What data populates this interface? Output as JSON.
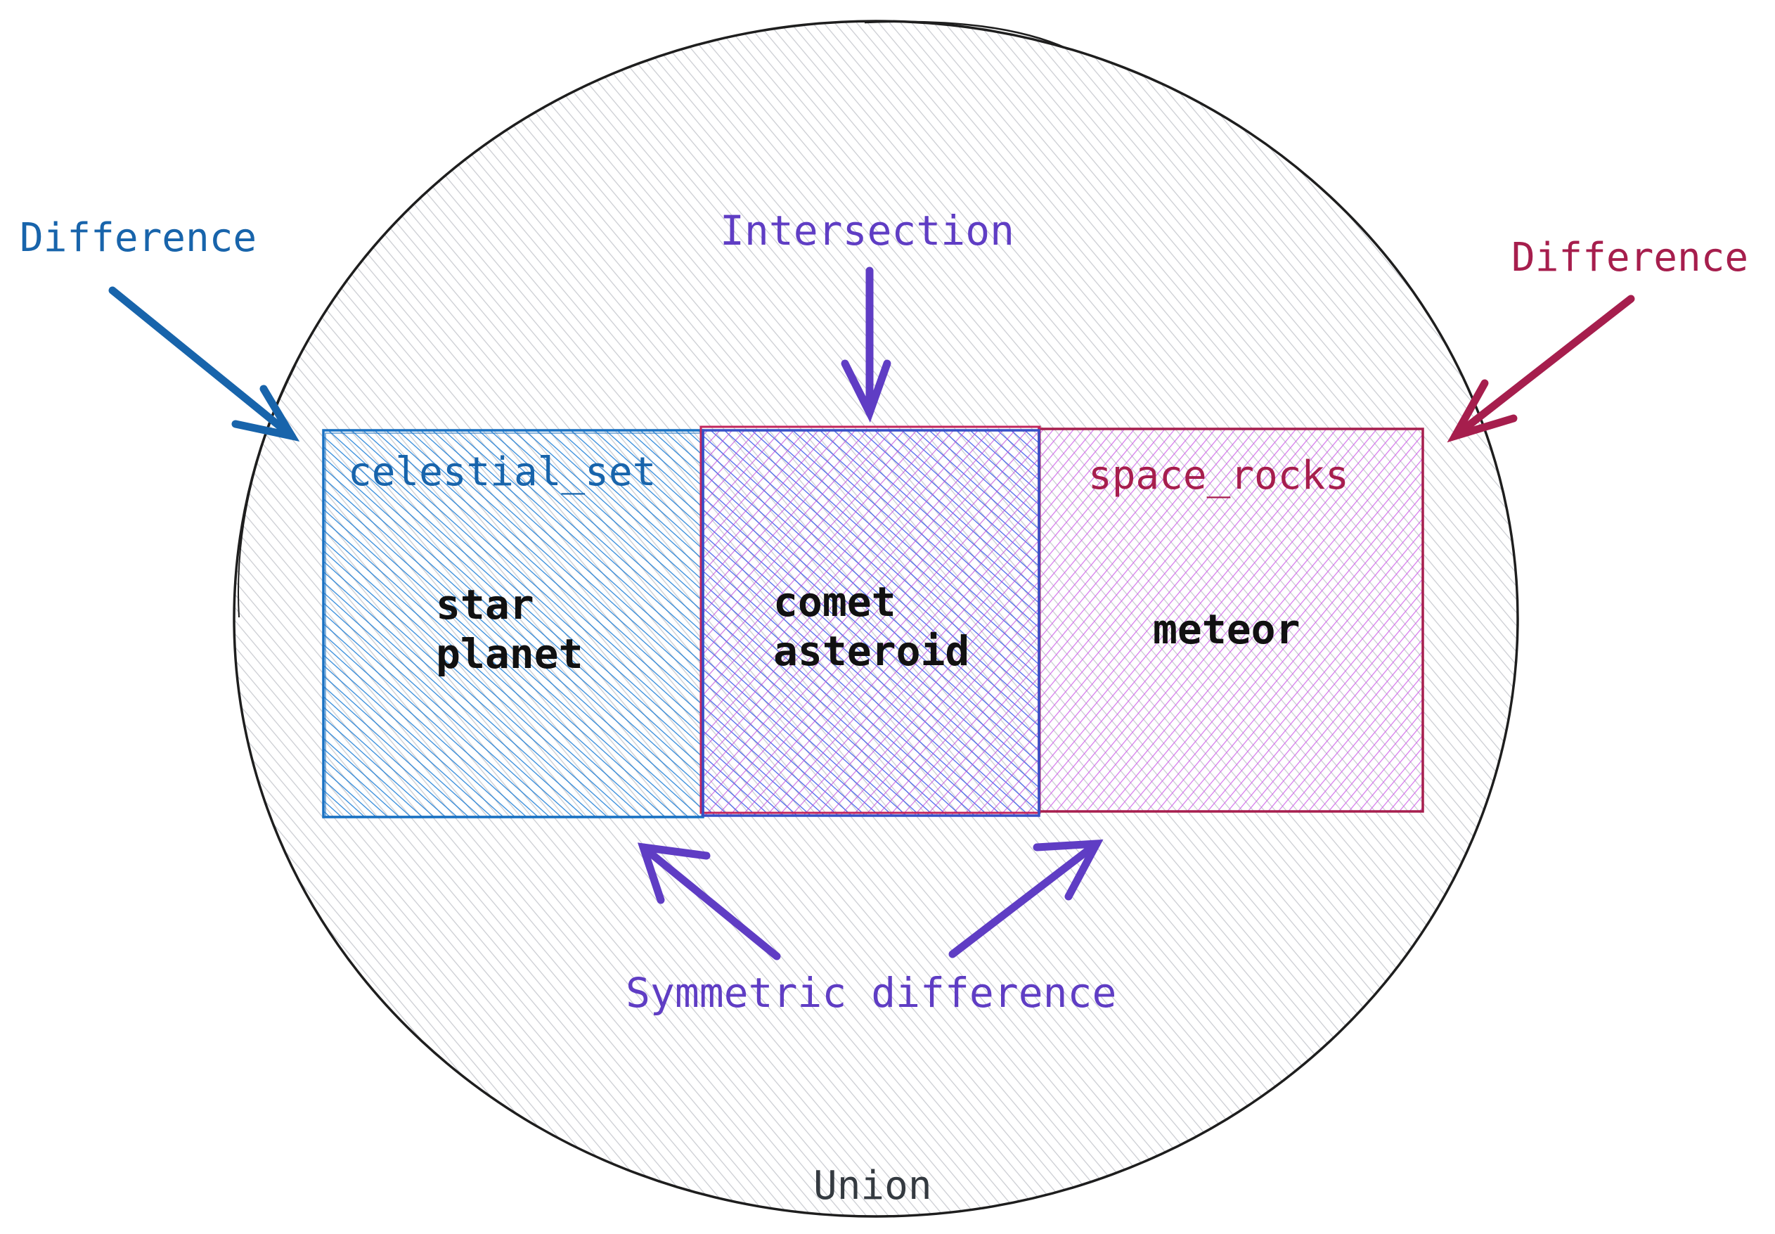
{
  "colors": {
    "blue": "#1864ab",
    "purple": "#5f3dc4",
    "crimson": "#a61e4d",
    "magenta": "#be4bdb",
    "gray_hatch": "#c7c9cf",
    "ink": "#1e1e1e",
    "dark_text": "#343a40"
  },
  "labels": {
    "difference_left": "Difference",
    "intersection": "Intersection",
    "difference_right": "Difference",
    "symmetric_difference": "Symmetric difference",
    "union": "Union"
  },
  "sets": {
    "left": {
      "name": "celestial_set",
      "members": [
        "star",
        "planet"
      ]
    },
    "overlap": {
      "members": [
        "comet",
        "asteroid"
      ]
    },
    "right": {
      "name": "space_rocks",
      "members": [
        "meteor"
      ]
    }
  }
}
